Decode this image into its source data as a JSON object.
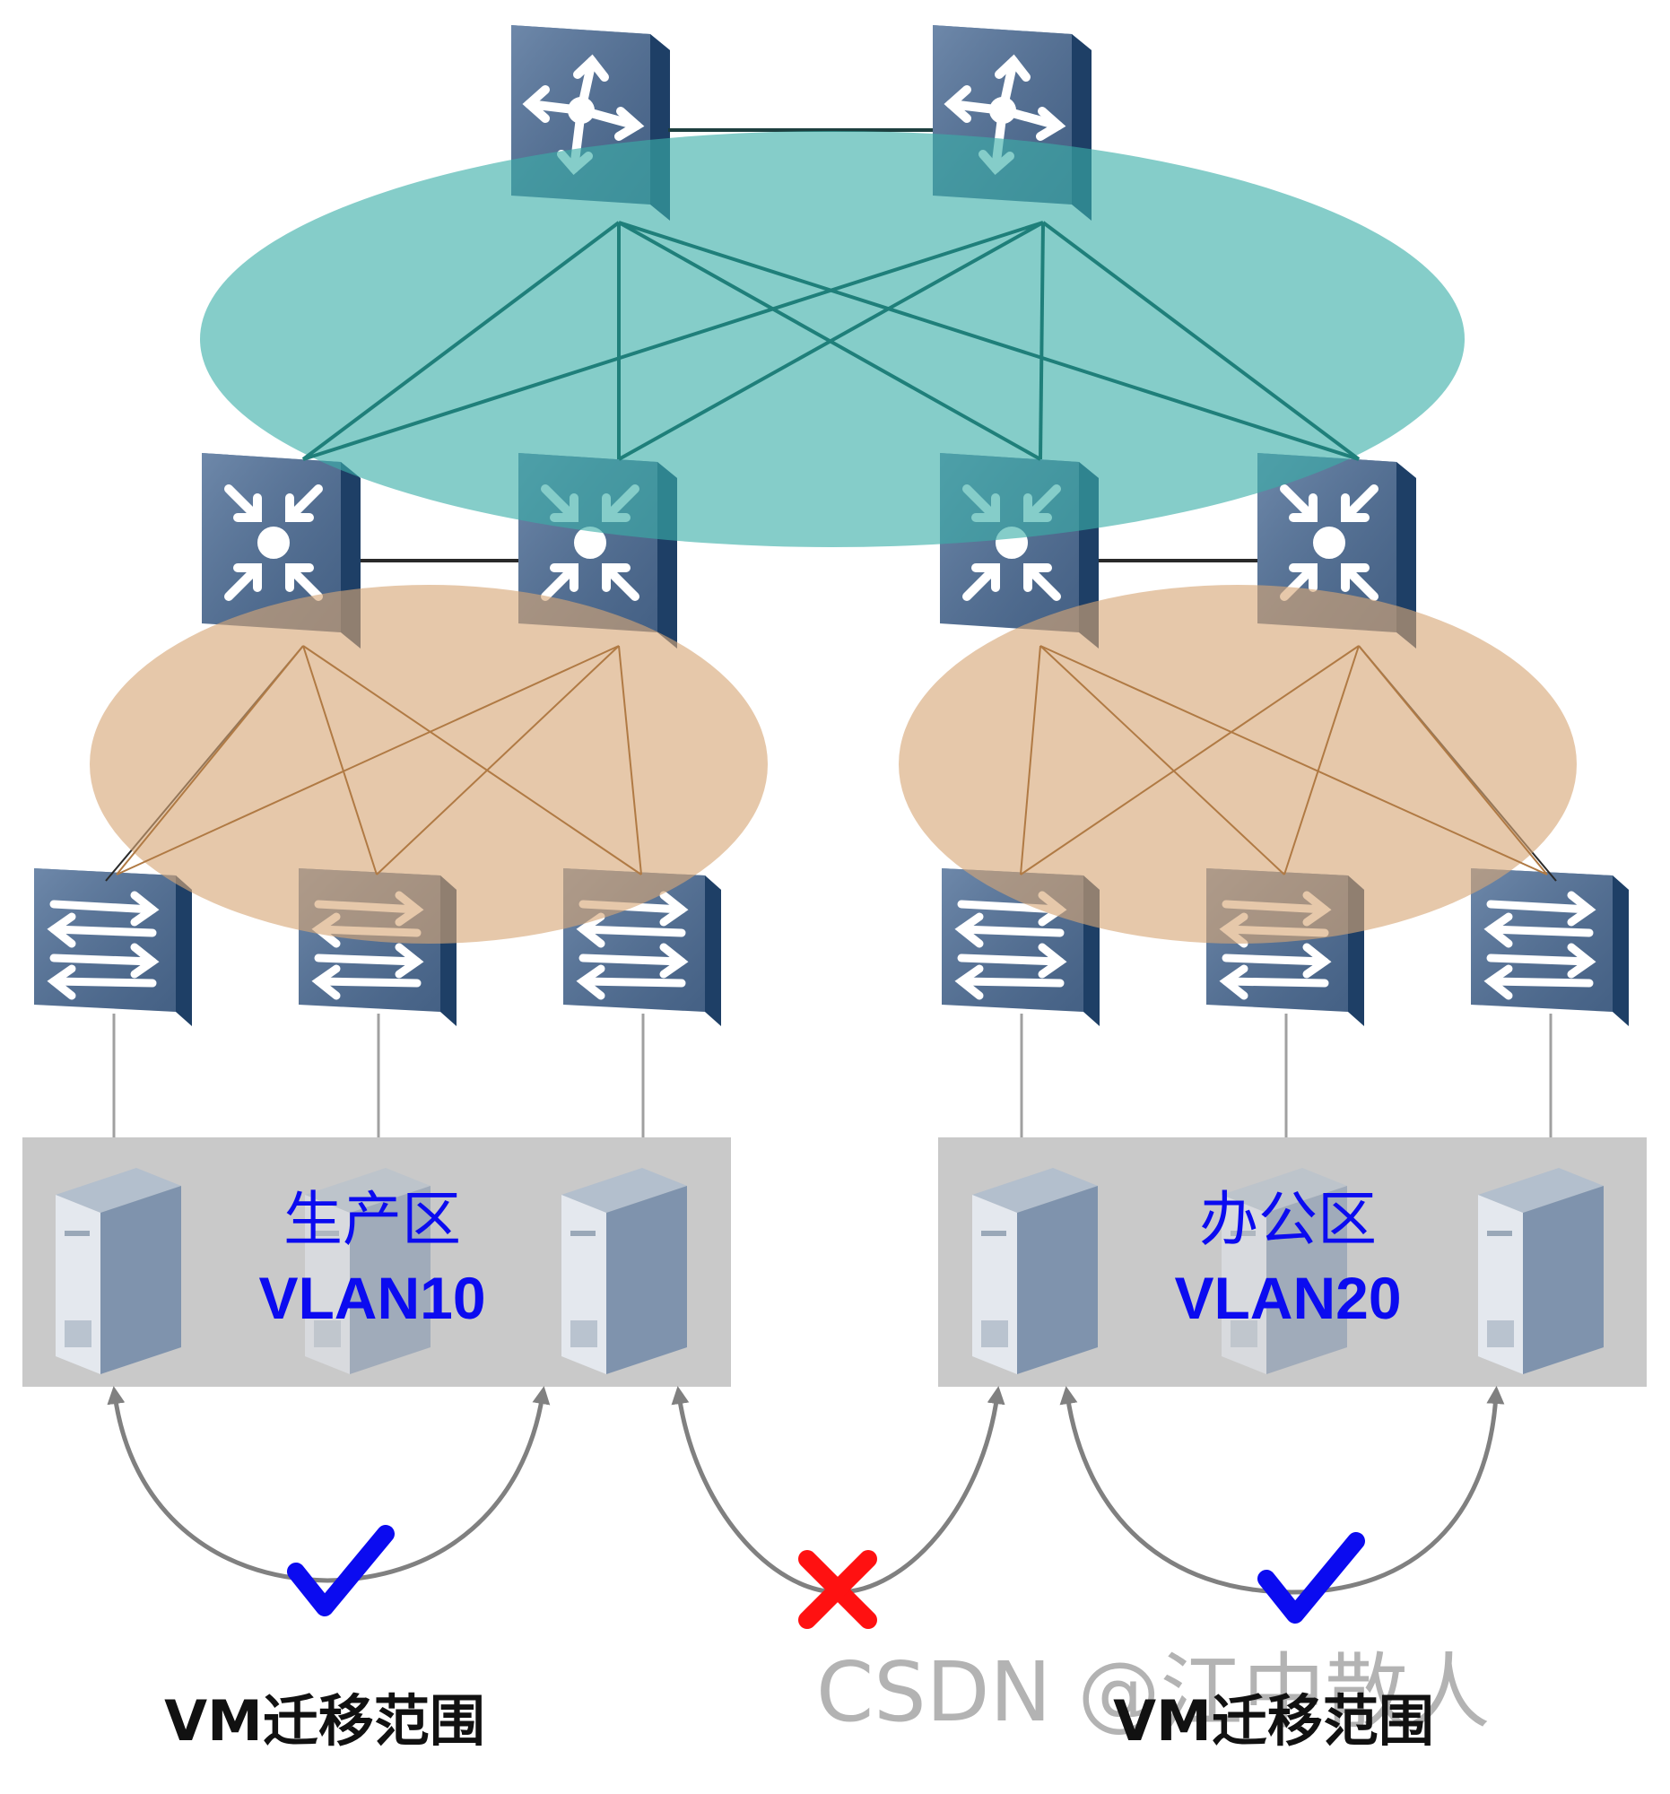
{
  "zones": [
    {
      "id": "production",
      "title": "生产区",
      "vlan": "VLAN10"
    },
    {
      "id": "office",
      "title": "办公区",
      "vlan": "VLAN20"
    }
  ],
  "migration": {
    "left_label": "VM迁移范围",
    "right_label": "VM迁移范围",
    "left_allowed": true,
    "cross_zone_allowed": false,
    "right_allowed": true
  },
  "watermark": "CSDN @江中散人",
  "colors": {
    "core_ellipse": "#3aaea8",
    "access_ellipse": "#d6a676",
    "device_front": "#4e6e97",
    "device_side": "#1e3f66",
    "zone_box": "#c9c9c9",
    "zone_text": "#0b0bf0",
    "check": "#0b0bf0",
    "cross": "#ff1111",
    "arrow": "#808080"
  },
  "icons": {
    "core": "router-icon",
    "aggregation": "l3-switch-icon",
    "access": "switch-icon",
    "server": "server-icon"
  }
}
